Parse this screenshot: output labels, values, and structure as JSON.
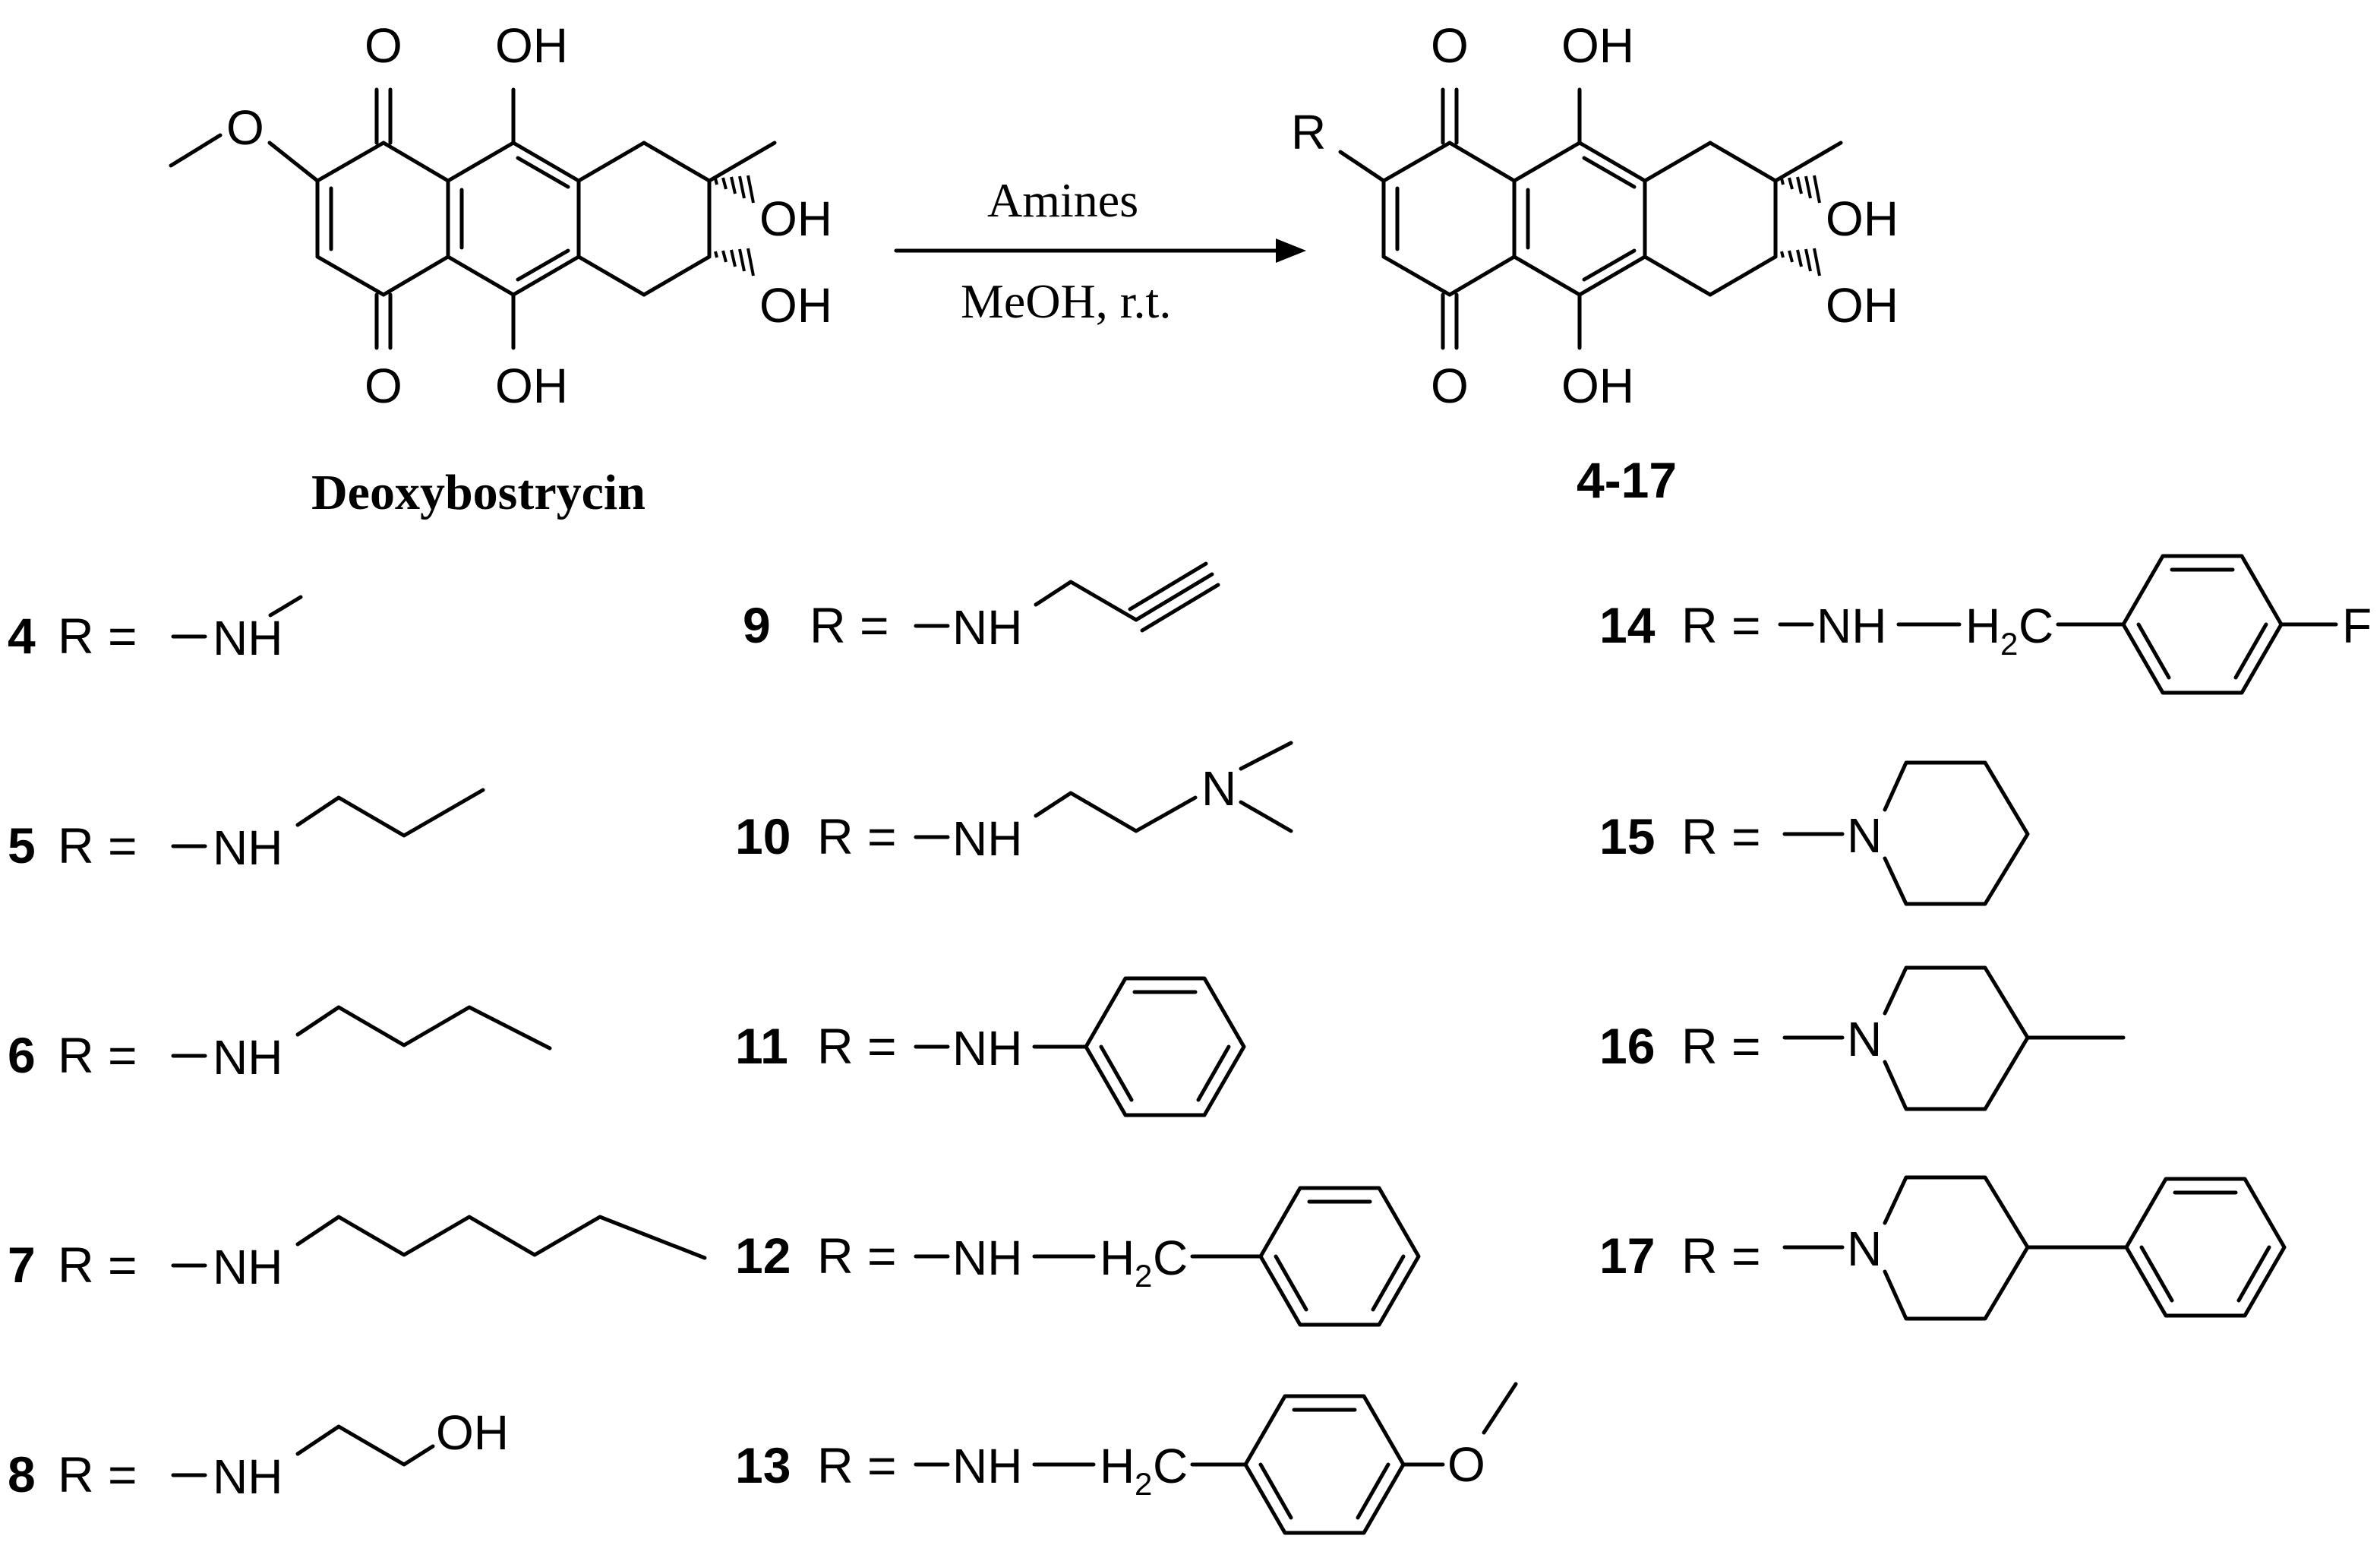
{
  "reaction": {
    "reactant_name": "Deoxybostrycin",
    "product_name": "4-17",
    "reagent_top": "Amines",
    "reagent_bottom": "MeOH, r.t."
  },
  "atom_labels": {
    "carbonyl_O": "O",
    "hydroxyl": "OH",
    "methoxy_O": "O",
    "R": "R",
    "N": "N",
    "NH": "NH",
    "H2C_H": "H",
    "H2C_sub": "2",
    "H2C_C": "C",
    "F": "F"
  },
  "compounds": [
    {
      "number": "4",
      "rlabel": "R ="
    },
    {
      "number": "5",
      "rlabel": "R ="
    },
    {
      "number": "6",
      "rlabel": "R ="
    },
    {
      "number": "7",
      "rlabel": "R ="
    },
    {
      "number": "8",
      "rlabel": "R ="
    },
    {
      "number": "9",
      "rlabel": "R ="
    },
    {
      "number": "10",
      "rlabel": "R ="
    },
    {
      "number": "11",
      "rlabel": "R ="
    },
    {
      "number": "12",
      "rlabel": "R ="
    },
    {
      "number": "13",
      "rlabel": "R ="
    },
    {
      "number": "14",
      "rlabel": "R ="
    },
    {
      "number": "15",
      "rlabel": "R ="
    },
    {
      "number": "16",
      "rlabel": "R ="
    },
    {
      "number": "17",
      "rlabel": "R ="
    }
  ]
}
